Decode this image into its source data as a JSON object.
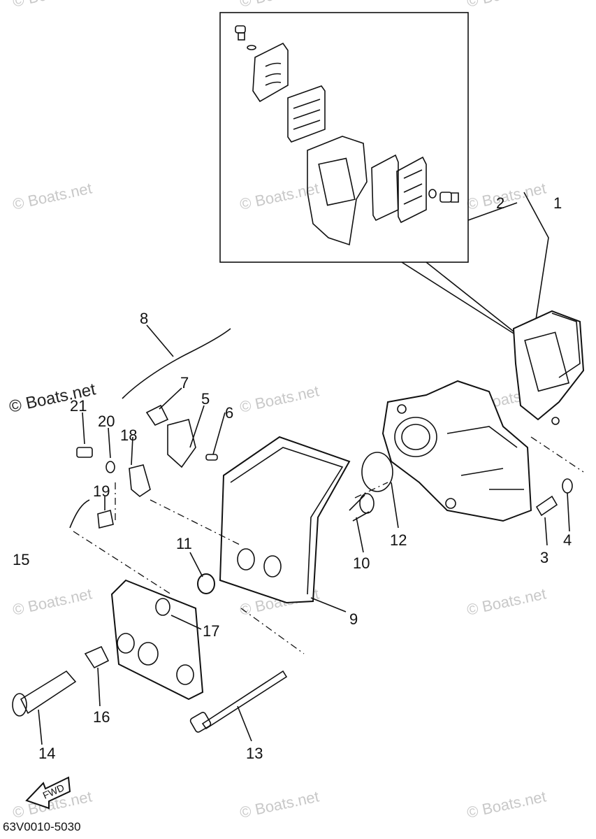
{
  "watermark": "© Boats.net",
  "callouts": [
    "1",
    "2",
    "3",
    "4",
    "5",
    "6",
    "7",
    "8",
    "9",
    "10",
    "11",
    "12",
    "13",
    "14",
    "15",
    "16",
    "17",
    "18",
    "19",
    "20",
    "21"
  ],
  "fwd_label": "FWD",
  "diagram_code": "63V0010-5030"
}
